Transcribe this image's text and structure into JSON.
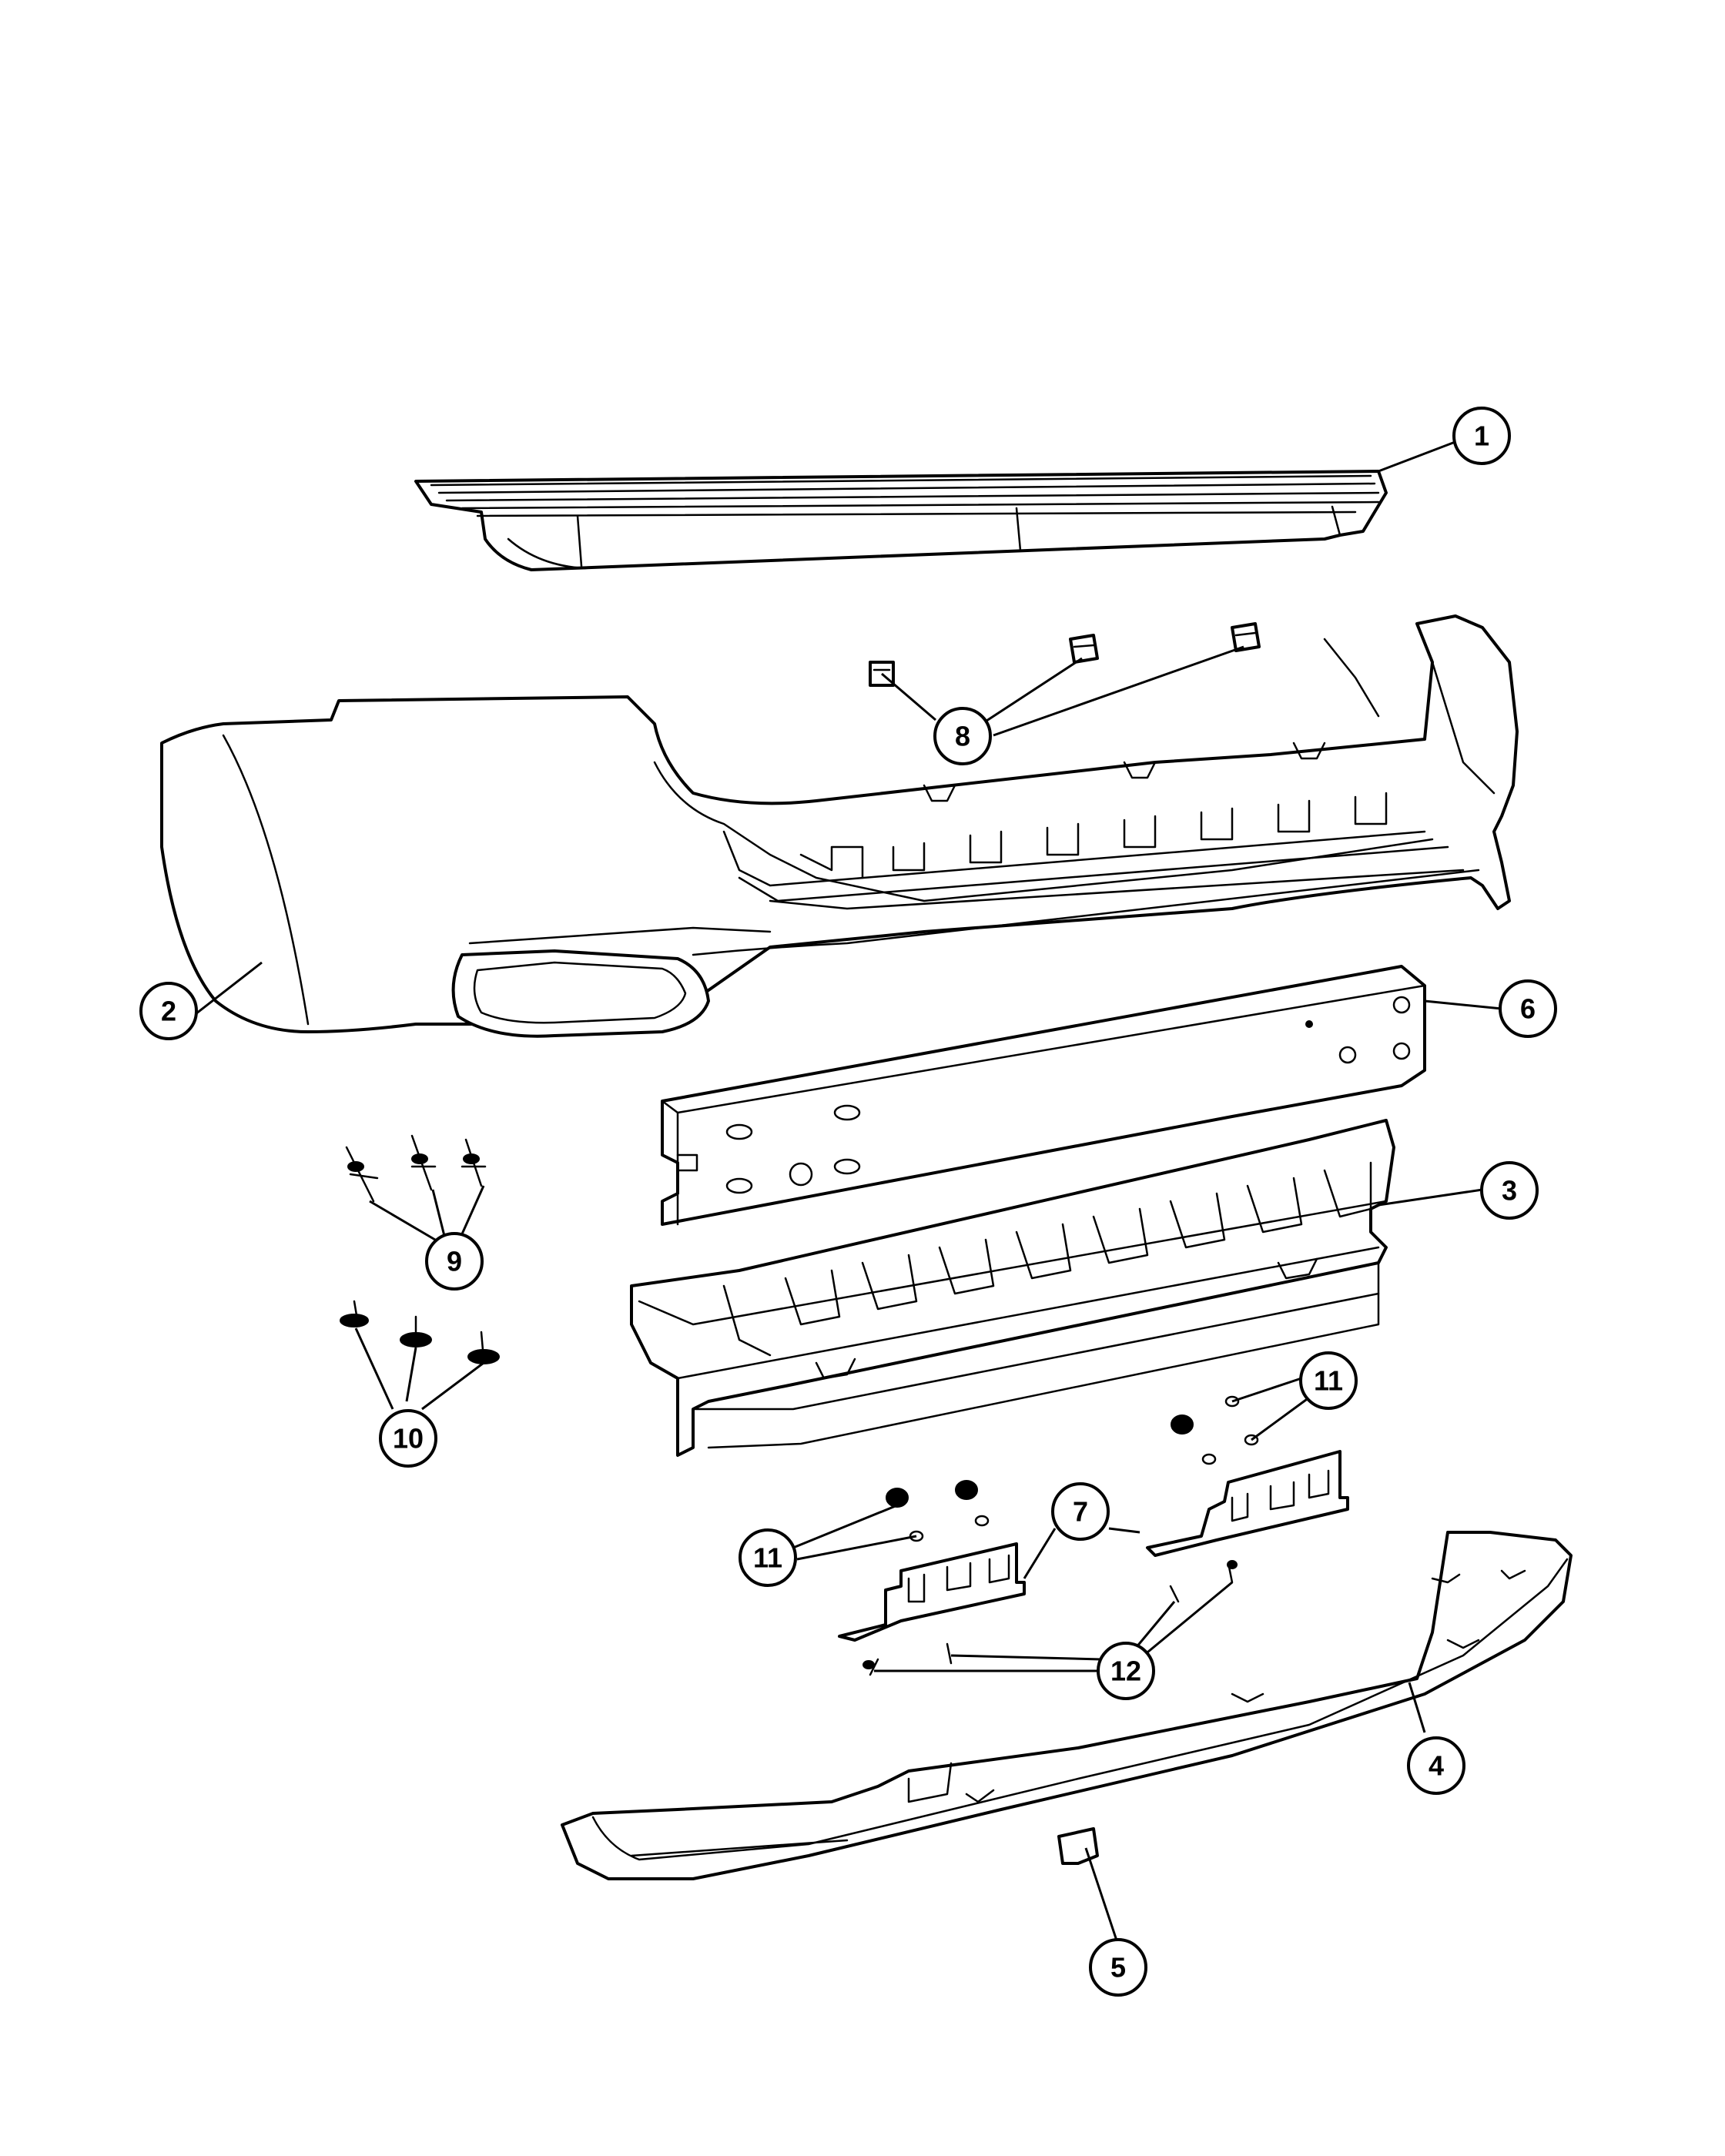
{
  "callouts": [
    {
      "id": "1",
      "label": "1"
    },
    {
      "id": "2",
      "label": "2"
    },
    {
      "id": "3",
      "label": "3"
    },
    {
      "id": "4",
      "label": "4"
    },
    {
      "id": "5",
      "label": "5"
    },
    {
      "id": "6",
      "label": "6"
    },
    {
      "id": "7",
      "label": "7"
    },
    {
      "id": "8",
      "label": "8"
    },
    {
      "id": "9",
      "label": "9"
    },
    {
      "id": "10",
      "label": "10"
    },
    {
      "id": "11a",
      "label": "11"
    },
    {
      "id": "11b",
      "label": "11"
    },
    {
      "id": "12",
      "label": "12"
    }
  ],
  "colors": {
    "line": "#000000",
    "background": "#ffffff"
  }
}
